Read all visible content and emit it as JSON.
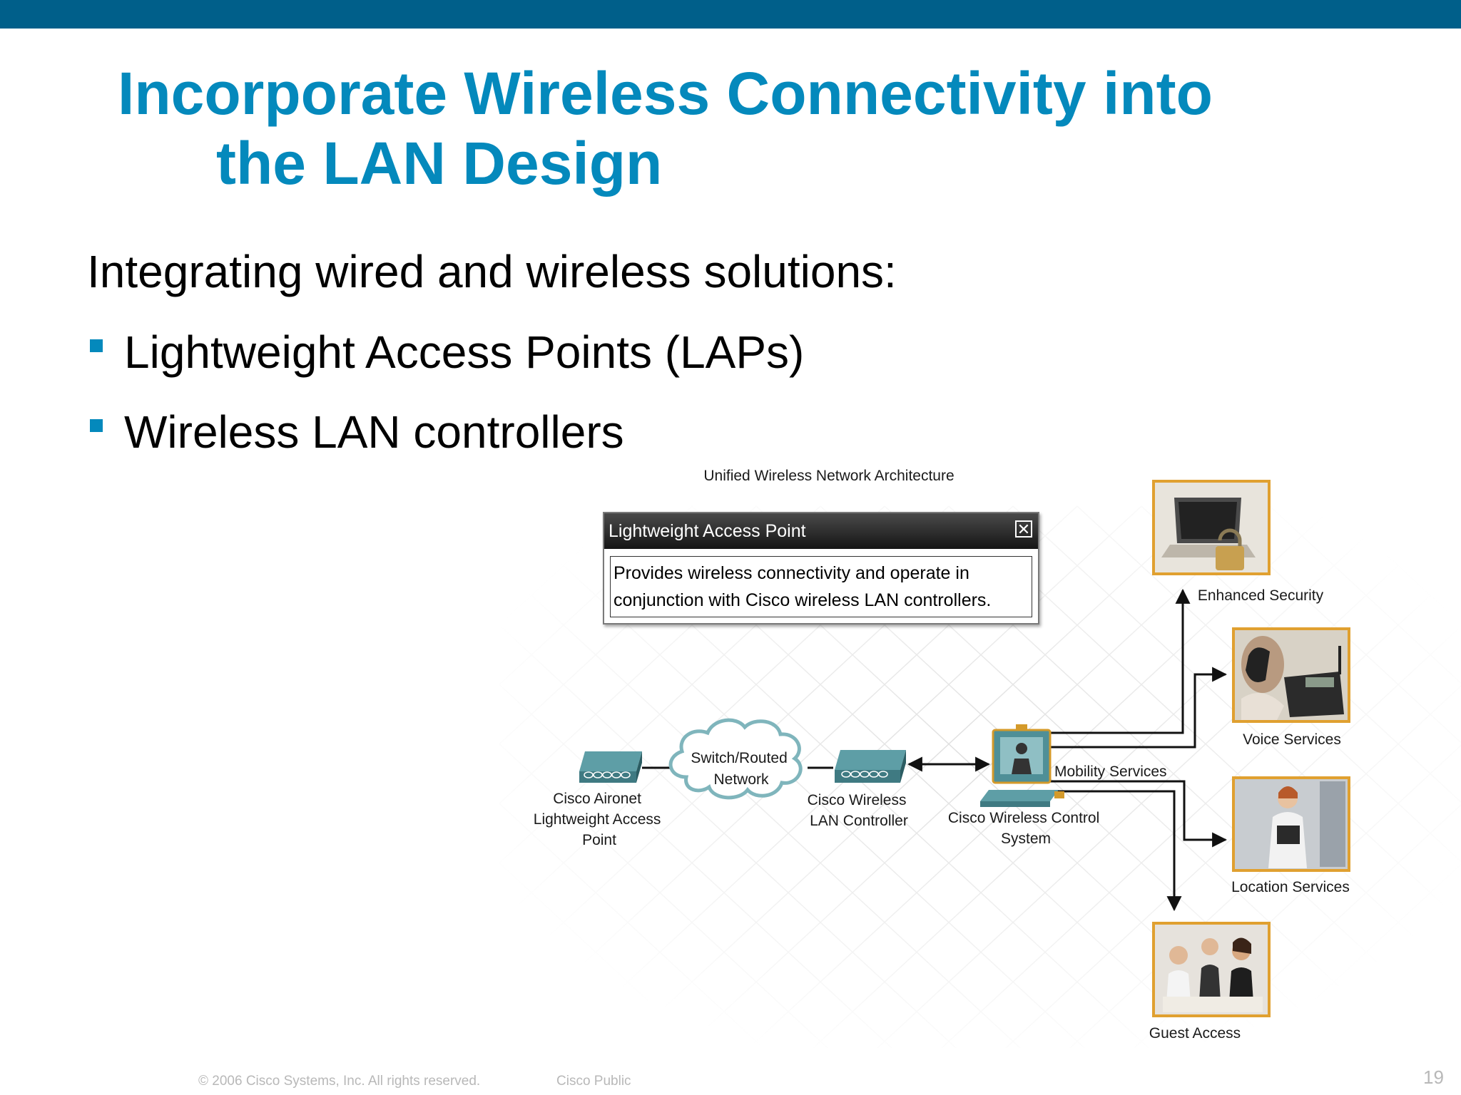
{
  "colors": {
    "top_bar": "#005F8A",
    "title": "#0489BC",
    "bullet": "#0489BC",
    "photo_border": "#E0A030",
    "device_teal": "#5E9EA6"
  },
  "slide": {
    "title_line1": "Incorporate Wireless Connectivity into",
    "title_line2": "the LAN Design",
    "intro": "Integrating wired and wireless solutions:",
    "bullets": [
      "Lightweight Access Points (LAPs)",
      "Wireless LAN controllers"
    ]
  },
  "diagram": {
    "caption": "Unified Wireless Network Architecture",
    "popup": {
      "title": "Lightweight Access Point",
      "close_icon": "close-icon",
      "body_line1": "Provides wireless connectivity and operate in",
      "body_line2": "conjunction with Cisco wireless LAN controllers."
    },
    "nodes": {
      "access_point": [
        "Cisco Aironet",
        "Lightweight Access",
        "Point"
      ],
      "cloud": [
        "Switch/Routed",
        "Network"
      ],
      "controller": [
        "Cisco Wireless",
        "LAN Controller"
      ],
      "wcs": [
        "Cisco Wireless Control",
        "System"
      ]
    },
    "mobility_label": "Mobility Services",
    "services": [
      {
        "label": "Enhanced Security",
        "icon": "laptop-lock-icon"
      },
      {
        "label": "Voice Services",
        "icon": "phone-call-icon"
      },
      {
        "label": "Location Services",
        "icon": "person-tablet-icon"
      },
      {
        "label": "Guest Access",
        "icon": "meeting-group-icon"
      }
    ]
  },
  "footer": {
    "copyright": "© 2006 Cisco Systems, Inc. All rights reserved.",
    "classification": "Cisco Public",
    "page_number": "19"
  }
}
